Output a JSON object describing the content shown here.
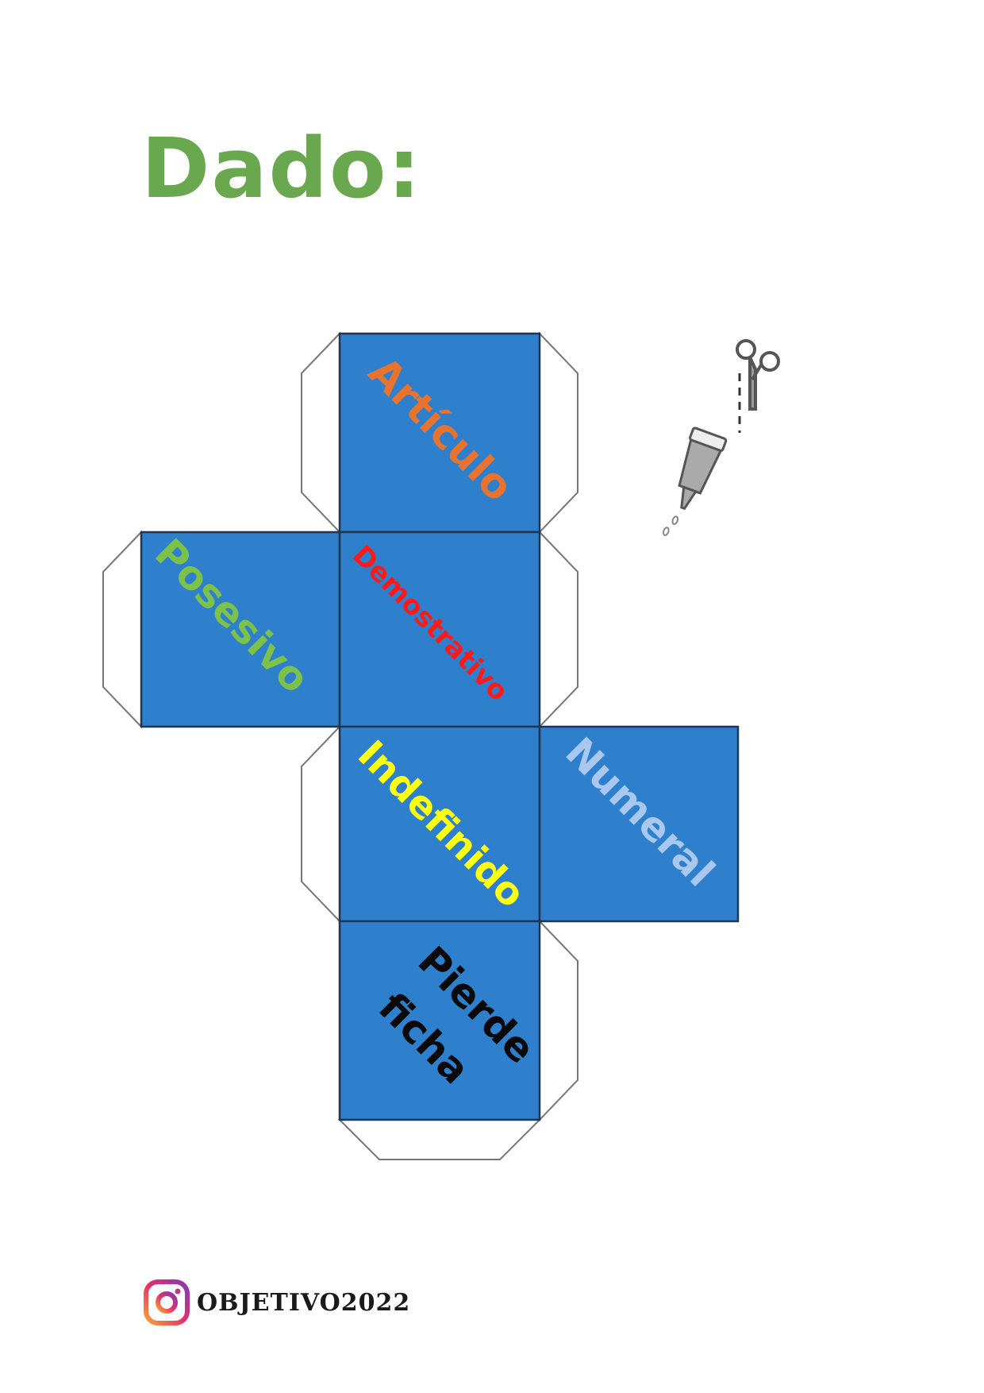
{
  "title": "Dado:",
  "faces": {
    "articulo": "Artículo",
    "posesivo": "Posesivo",
    "demostrativo": "Demostrativo",
    "indefinido": "Indefinido",
    "numeral": "Numeral",
    "pierde_line1": "Pierde",
    "pierde_line2": "ficha"
  },
  "footer": {
    "handle": "OBJETIVO2022",
    "icon": "instagram-icon"
  },
  "decor": {
    "scissors": "scissors-icon",
    "glue": "glue-bottle-icon"
  },
  "colors": {
    "title": "#6aa84f",
    "face_fill": "#2f80cc",
    "articulo": "#e8732e",
    "posesivo": "#7cc24a",
    "demostrativo": "#ff1a1a",
    "indefinido": "#ffff14",
    "numeral": "#a8c8f0",
    "pierde": "#0a0a0a"
  }
}
